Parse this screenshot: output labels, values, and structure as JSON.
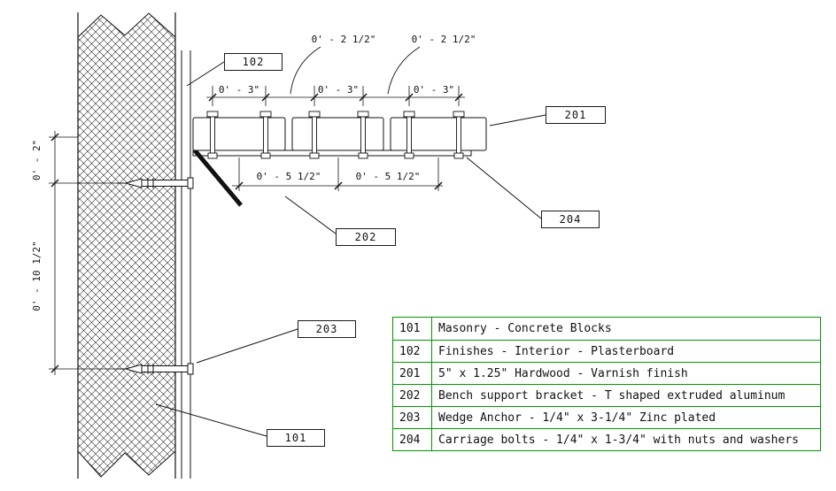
{
  "drawing": {
    "dims": {
      "gap1": "0' - 2 1/2\"",
      "gap2": "0' - 2 1/2\"",
      "spacing1": "0' - 3\"",
      "spacing2": "0' - 3\"",
      "spacing3": "0' - 3\"",
      "support1": "0' - 5 1/2\"",
      "support2": "0' - 5 1/2\"",
      "height_top": "0' - 2\"",
      "height_mid": "0' - 10 1/2\""
    },
    "callouts": {
      "plasterboard": "102",
      "hardwood": "201",
      "carriage_bolt": "204",
      "bracket": "202",
      "wedge_anchor": "203",
      "masonry": "101"
    }
  },
  "legend": {
    "border_color": "#009900",
    "rows": [
      {
        "code": "101",
        "description": "Masonry - Concrete Blocks"
      },
      {
        "code": "102",
        "description": "Finishes - Interior - Plasterboard"
      },
      {
        "code": "201",
        "description": "5\" x 1.25\" Hardwood - Varnish finish"
      },
      {
        "code": "202",
        "description": "Bench support bracket - T shaped extruded aluminum"
      },
      {
        "code": "203",
        "description": "Wedge Anchor - 1/4\" x 3-1/4\" Zinc plated"
      },
      {
        "code": "204",
        "description": "Carriage bolts - 1/4\" x 1-3/4\" with nuts and washers"
      }
    ]
  }
}
